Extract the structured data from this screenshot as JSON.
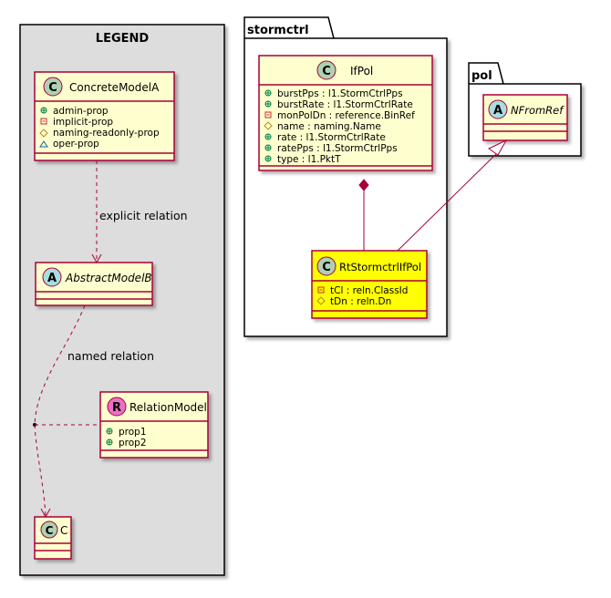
{
  "legend": {
    "title": "LEGEND",
    "concrete_class": {
      "name": "ConcreteModelA",
      "stereotype_letter": "C",
      "members": [
        {
          "vis": "+",
          "text": "admin-prop"
        },
        {
          "vis": "-",
          "text": "implicit-prop"
        },
        {
          "vis": "#",
          "text": "naming-readonly-prop"
        },
        {
          "vis": "~",
          "text": "oper-prop"
        }
      ]
    },
    "abstract_class": {
      "name": "AbstractModelB",
      "stereotype_letter": "A"
    },
    "relation_class": {
      "name": "RelationModel",
      "stereotype_letter": "R",
      "members": [
        {
          "vis": "+",
          "text": "prop1"
        },
        {
          "vis": "+",
          "text": "prop2"
        }
      ]
    },
    "c_class": {
      "name": "C",
      "stereotype_letter": "C"
    },
    "explicit_relation_label": "explicit relation",
    "named_relation_label": "named relation"
  },
  "packages": {
    "stormctrl": {
      "name": "stormctrl",
      "ifpol": {
        "name": "IfPol",
        "stereotype_letter": "C",
        "members": [
          {
            "vis": "+",
            "text": "burstPps : l1.StormCtrlPps"
          },
          {
            "vis": "+",
            "text": "burstRate : l1.StormCtrlRate"
          },
          {
            "vis": "-",
            "text": "monPolDn : reference.BinRef"
          },
          {
            "vis": "#",
            "text": "name : naming.Name"
          },
          {
            "vis": "+",
            "text": "rate : l1.StormCtrlRate"
          },
          {
            "vis": "+",
            "text": "ratePps : l1.StormCtrlPps"
          },
          {
            "vis": "+",
            "text": "type : l1.PktT"
          }
        ]
      },
      "rt": {
        "name": "RtStormctrlIfPol",
        "stereotype_letter": "C",
        "members": [
          {
            "vis": "-",
            "text": "tCl : reln.ClassId"
          },
          {
            "vis": "#",
            "text": "tDn : reln.Dn"
          }
        ]
      }
    },
    "pol": {
      "name": "pol",
      "nfromref": {
        "name": "NFromRef",
        "stereotype_letter": "A"
      }
    }
  },
  "colors": {
    "class_fill": "#fefece",
    "class_border": "#a80036",
    "highlight_fill": "#ffff00",
    "legend_fill": "#dddddd",
    "concrete_circle": "#add1b2",
    "abstract_circle": "#a9dcdf",
    "relation_circle": "#ea70c7",
    "vis_public": "#038048",
    "vis_private": "#c82930",
    "vis_protected": "#b38d22",
    "vis_package": "#1963a0"
  }
}
